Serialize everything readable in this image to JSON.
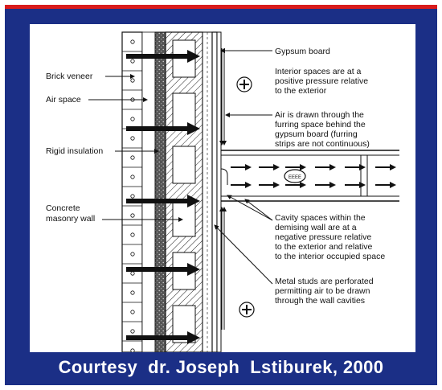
{
  "colors": {
    "slide_background": "#1b2f86",
    "top_bar": "#d91c1c",
    "caption_text": "#ffffff"
  },
  "diagram": {
    "labels": {
      "brick_veneer": "Brick veneer",
      "air_space": "Air space",
      "rigid_insulation": "Rigid insulation",
      "concrete_masonry_wall": [
        "Concrete",
        "masonry wall"
      ],
      "gypsum_board": "Gypsum board",
      "interior_positive": [
        "Interior spaces are at a",
        "positive pressure relative",
        "to the exterior"
      ],
      "air_drawn": [
        "Air is drawn through the",
        "furring space behind the",
        "gypsum board (furring",
        "strips are not continuous)"
      ],
      "cavity_spaces": [
        "Cavity spaces within the",
        "demising wall are at a",
        "negative pressure relative",
        "to the exterior and relative",
        "to the interior occupied space"
      ],
      "metal_studs": [
        "Metal studs are perforated",
        "permitting air to be drawn",
        "through the wall cavities"
      ]
    },
    "symbols": {
      "negative_pressure": "EEEE"
    },
    "icons": [
      "plus-symbol-icon",
      "negative-pressure-symbol-icon",
      "arrow-right-icon"
    ]
  },
  "caption": "Courtesy  dr. Joseph  Lstiburek, 2000"
}
